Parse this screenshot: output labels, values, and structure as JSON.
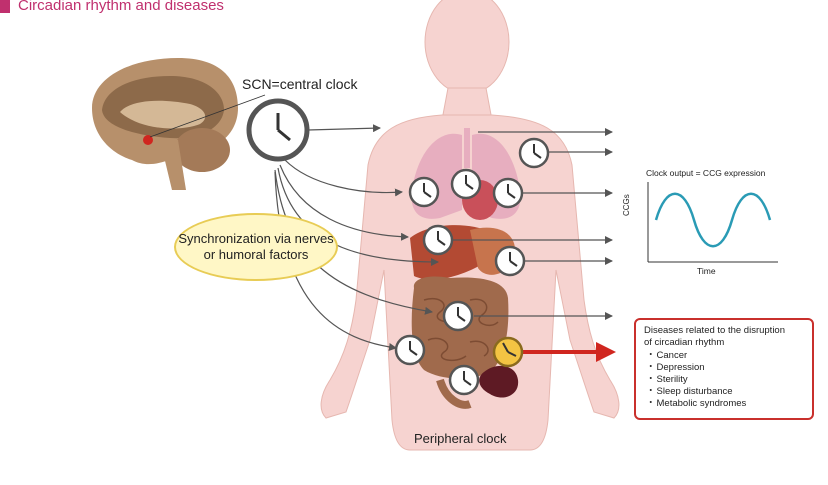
{
  "title": "Circadian rhythm and diseases",
  "scn_label": "SCN=central clock",
  "sync": {
    "line1": "Synchronization via nerves",
    "line2": "or humoral factors"
  },
  "peripheral_label": "Peripheral clock",
  "graph": {
    "title": "Clock output = CCG expression",
    "ylabel": "CCGs",
    "xlabel": "Time"
  },
  "diseases": {
    "heading_line1": "Diseases related to the disruption",
    "heading_line2": "of circadian rhythm",
    "items": [
      "Cancer",
      "Depression",
      "Sterility",
      "Sleep disturbance",
      "Metabolic syndromes"
    ]
  },
  "colors": {
    "accent": "#c0306e",
    "body": "#f6d3d0",
    "lungs": "#e7aebf",
    "liver": "#b34a33",
    "intestine": "#a06a4c",
    "brain": "#b7906b",
    "sync_fill": "#fff7c6",
    "sync_border": "#e8cc55",
    "wave": "#2a9bb5",
    "red_arrow": "#d0261f",
    "alert_clock": "#f3c443",
    "tumor": "#5e1a24"
  }
}
